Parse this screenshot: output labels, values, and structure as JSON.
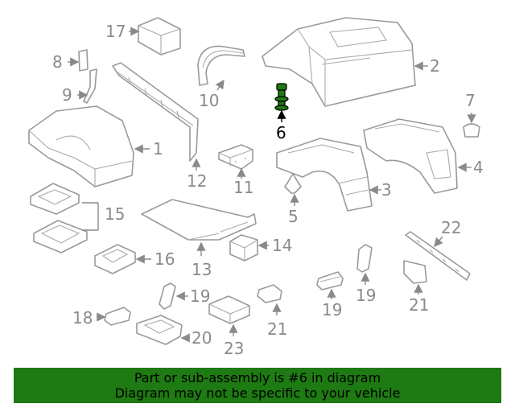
{
  "callouts": {
    "c1": "1",
    "c2": "2",
    "c3": "3",
    "c4": "4",
    "c5": "5",
    "c6": "6",
    "c7": "7",
    "c8": "8",
    "c9": "9",
    "c10": "10",
    "c11": "11",
    "c12": "12",
    "c13": "13",
    "c14": "14",
    "c15": "15",
    "c16": "16",
    "c17": "17",
    "c18": "18",
    "c19a": "19",
    "c19b": "19",
    "c20": "20",
    "c21a": "21",
    "c21b": "21",
    "c22": "22",
    "c23": "23"
  },
  "highlight_color": "#1e7a12",
  "banner": {
    "line1": "Part or sub-assembly is #6 in diagram",
    "line2": "Diagram may not be specific to your vehicle",
    "background": "#1e7a12"
  }
}
